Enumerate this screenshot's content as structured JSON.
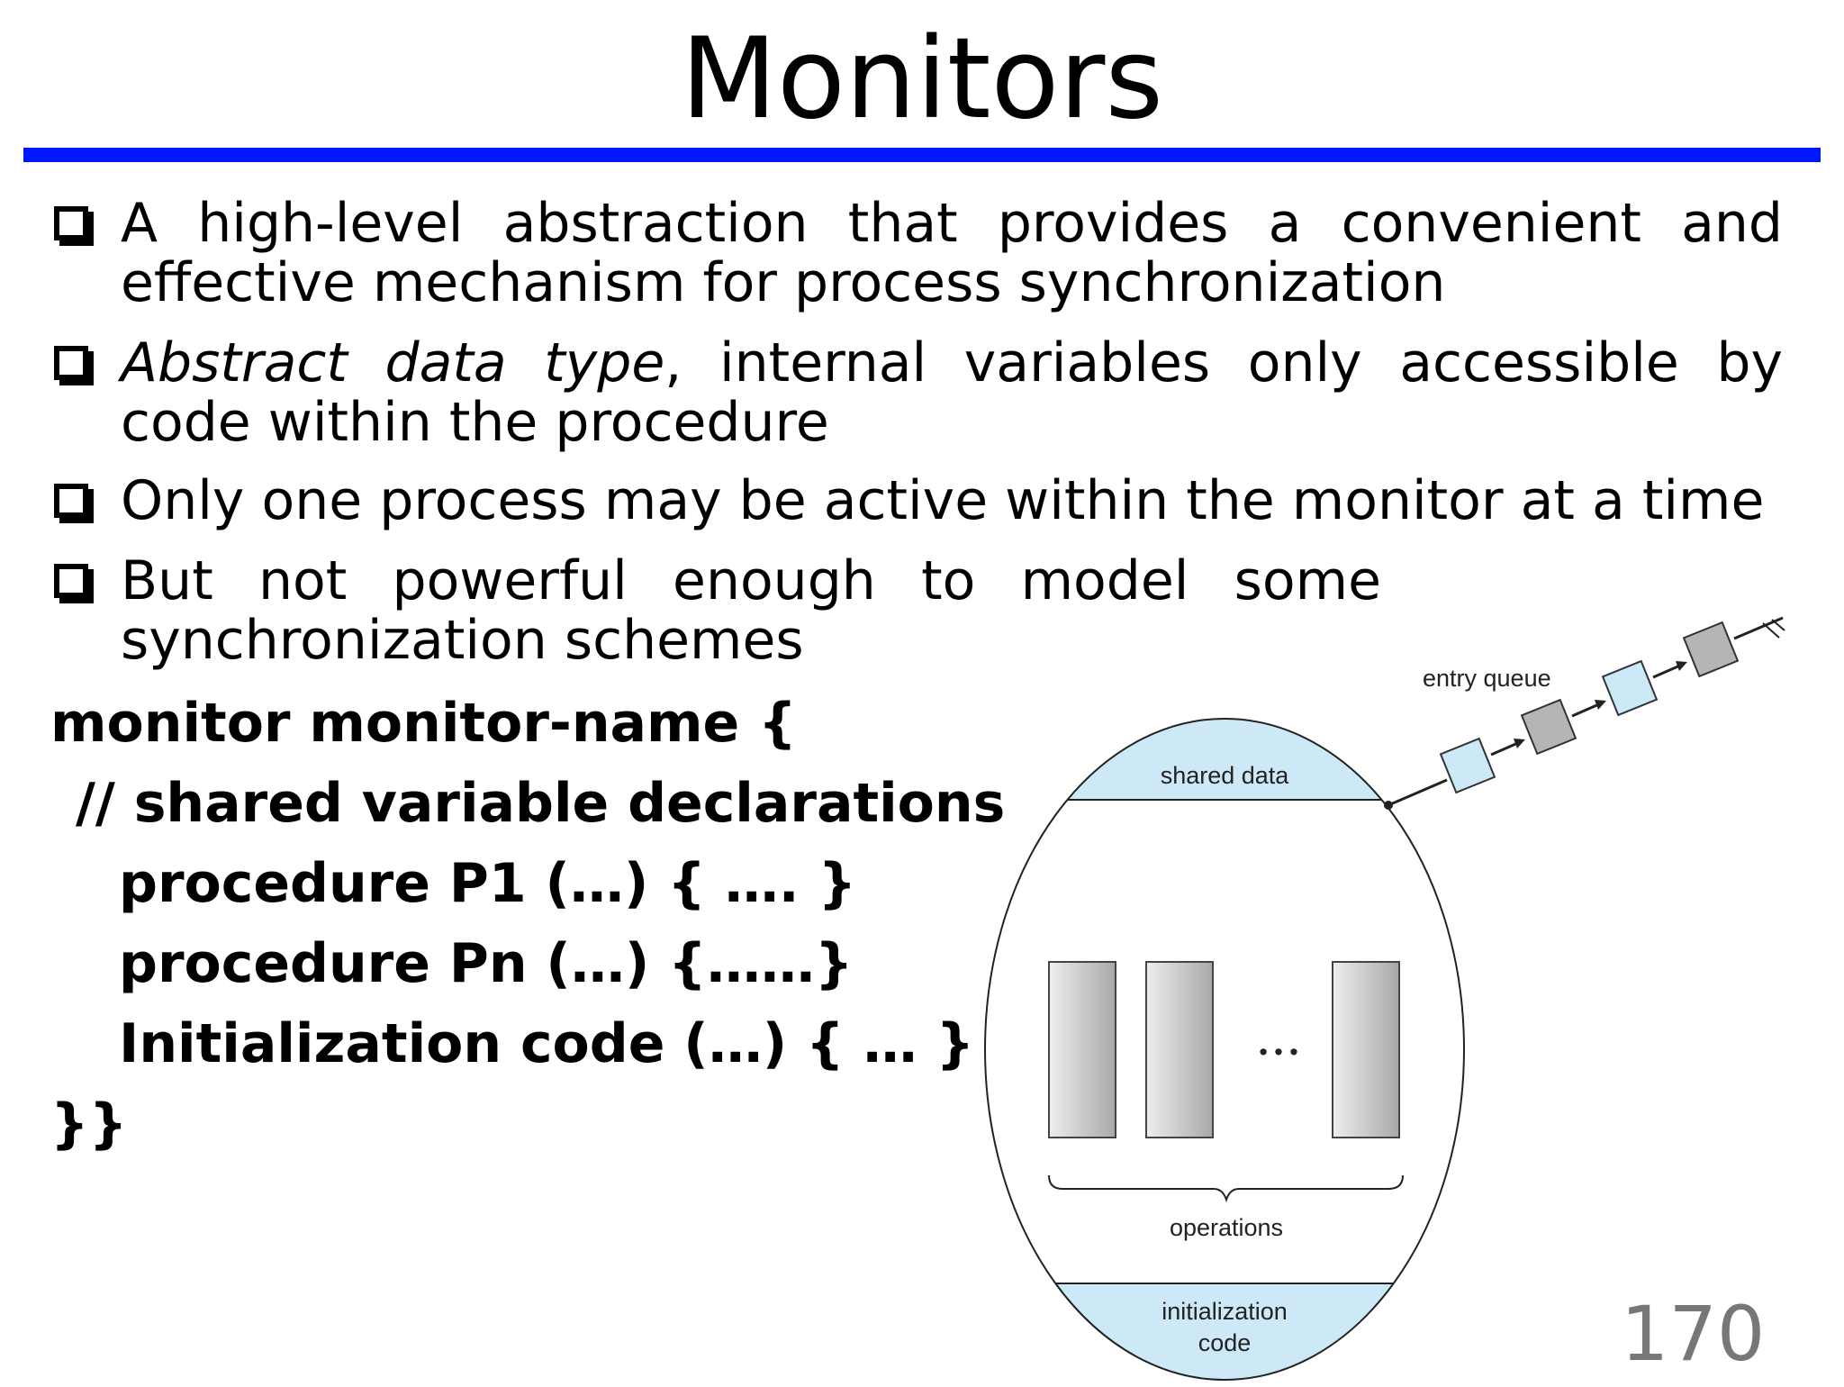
{
  "slide": {
    "title": "Monitors",
    "page_number": "170"
  },
  "bullets": [
    {
      "text": "A high-level abstraction that provides a convenient and effective mechanism for process synchronization"
    },
    {
      "italic": "Abstract data type",
      "text": ", internal variables only accessible by code within the procedure"
    },
    {
      "text": "Only one process may be active within the monitor at a time"
    },
    {
      "text": "But not powerful enough to model some synchronization schemes"
    }
  ],
  "code": {
    "line1": "monitor monitor-name {",
    "line2": "// shared variable declarations",
    "line3": "procedure P1 (…) { …. }",
    "line4": "procedure Pn (…) {……}",
    "line5": "Initialization code (…) { … }",
    "line6": "}}"
  },
  "diagram": {
    "entry_queue": "entry queue",
    "shared_data": "shared data",
    "ellipsis": "• • •",
    "operations": "operations",
    "init_line1": "initialization",
    "init_line2": "code"
  },
  "colors": {
    "rule": "#0018ff",
    "light_blue": "#cde9f8",
    "gray_box": "#c8c8c8"
  }
}
